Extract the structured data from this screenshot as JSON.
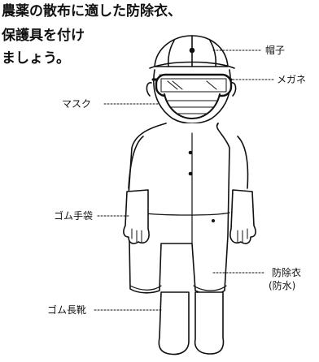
{
  "title": {
    "line1": "農薬の散布に適した防除衣、",
    "line2": "保護具を付け",
    "line3": "ましょう。"
  },
  "labels": {
    "hat": "帽子",
    "goggles": "メガネ",
    "mask": "マスク",
    "gloves": "ゴム手袋",
    "suit_line1": "防除衣",
    "suit_line2": "(防水)",
    "boots": "ゴム長靴"
  }
}
